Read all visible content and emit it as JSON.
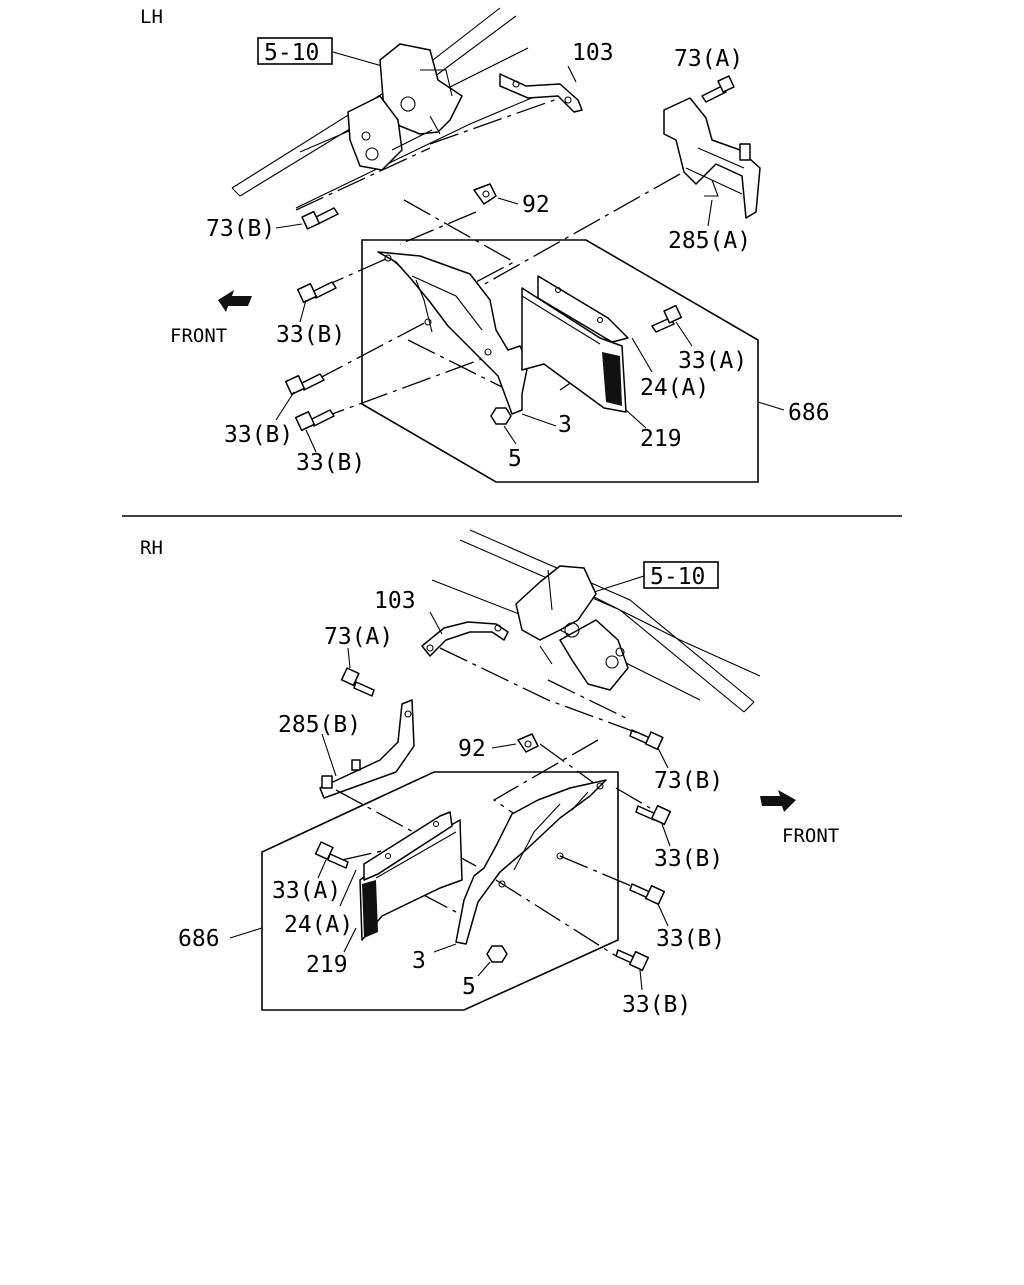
{
  "sections": {
    "lh": {
      "title": "LH",
      "front_label": "FRONT",
      "ref_box": "5-10",
      "callouts": {
        "p103": "103",
        "p73a": "73(A)",
        "p92": "92",
        "p73b": "73(B)",
        "p285a": "285(A)",
        "p33b_1": "33(B)",
        "p33a": "33(A)",
        "p24a": "24(A)",
        "p686": "686",
        "p33b_2": "33(B)",
        "p3": "3",
        "p219": "219",
        "p33b_3": "33(B)",
        "p5": "5"
      }
    },
    "rh": {
      "title": "RH",
      "front_label": "FRONT",
      "ref_box": "5-10",
      "callouts": {
        "p103": "103",
        "p73a": "73(A)",
        "p285b": "285(B)",
        "p92": "92",
        "p73b": "73(B)",
        "p33b_1": "33(B)",
        "p33a": "33(A)",
        "p24a": "24(A)",
        "p686": "686",
        "p33b_2": "33(B)",
        "p219": "219",
        "p3": "3",
        "p5": "5",
        "p33b_3": "33(B)"
      }
    }
  }
}
